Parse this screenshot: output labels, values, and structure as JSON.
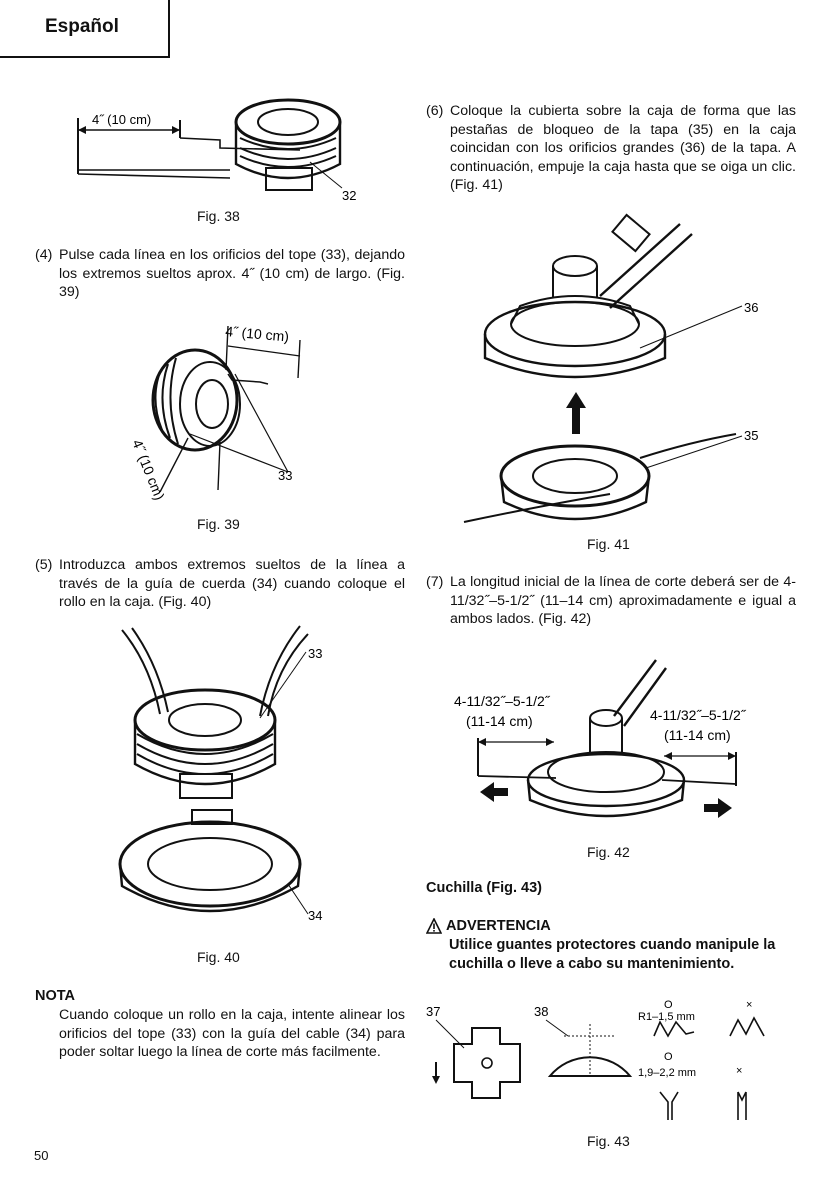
{
  "header": {
    "language_tab": "Español"
  },
  "left": {
    "fig38": {
      "label_len": "4˝ (10 cm)",
      "callout": "32",
      "caption": "Fig. 38"
    },
    "step4": {
      "num": "(4)",
      "text": "Pulse cada línea en los orificios del tope (33), dejando los extremos sueltos aprox. 4˝ (10 cm) de largo. (Fig. 39)"
    },
    "fig39": {
      "label_len_top": "4˝ (10 cm)",
      "label_len_side": "4˝ (10 cm)",
      "callout": "33",
      "caption": "Fig. 39"
    },
    "step5": {
      "num": "(5)",
      "text": "Introduzca ambos extremos sueltos de la línea a través de la guía de cuerda (34) cuando coloque el rollo en la caja. (Fig. 40)"
    },
    "fig40": {
      "callout_top": "33",
      "callout_bottom": "34",
      "caption": "Fig. 40"
    },
    "note": {
      "title": "NOTA",
      "text": "Cuando coloque un rollo en la caja, intente alinear los orificios del tope (33) con la guía del cable (34) para poder soltar luego la línea de corte más facilmente."
    }
  },
  "right": {
    "step6": {
      "num": "(6)",
      "text": "Coloque la cubierta sobre la caja de forma que las pestañas de bloqueo de la tapa (35) en la caja coincidan con los orificios grandes (36) de la tapa. A continuación, empuje la caja hasta que se oiga un clic. (Fig. 41)"
    },
    "fig41": {
      "callout_36": "36",
      "callout_35": "35",
      "caption": "Fig. 41"
    },
    "step7": {
      "num": "(7)",
      "text": "La longitud inicial de la línea de corte deberá ser de 4-11/32˝–5-1/2˝ (11–14 cm) aproximadamente e igual a ambos lados. (Fig. 42)"
    },
    "fig42": {
      "left_len": "4-11/32˝–5-1/2˝",
      "left_cm": "(11-14 cm)",
      "right_len": "4-11/32˝–5-1/2˝",
      "right_cm": "(11-14 cm)",
      "caption": "Fig. 42"
    },
    "blade_heading": "Cuchilla (Fig. 43)",
    "warning": {
      "icon": "warning-triangle-icon",
      "title": "ADVERTENCIA",
      "text": "Utilice guantes protectores cuando manipule la cuchilla o lleve a cabo su mantenimiento."
    },
    "fig43": {
      "callout_37": "37",
      "callout_38": "38",
      "radius_label": "R1–1,5 mm",
      "width_label": "1,9–2,2 mm",
      "correct_mark": "O",
      "wrong_mark": "×",
      "caption": "Fig. 43"
    }
  },
  "footer": {
    "page_number": "50"
  }
}
